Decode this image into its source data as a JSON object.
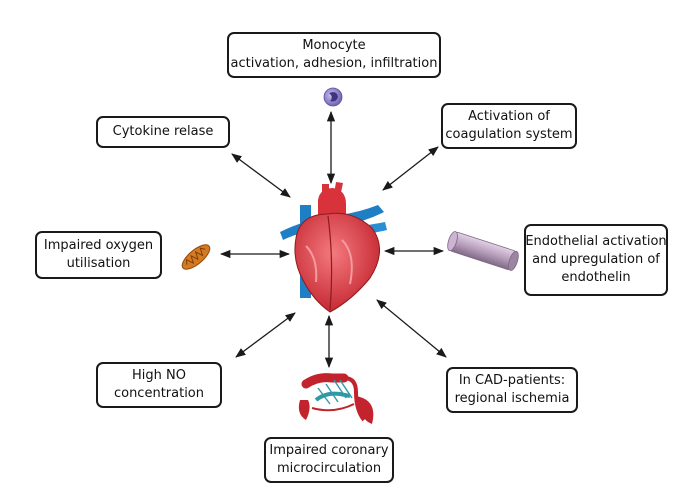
{
  "boxes": {
    "monocyte": [
      "Monocyte",
      "activation, adhesion, infiltration"
    ],
    "cytokine": [
      "Cytokine relase"
    ],
    "coagulation": [
      "Activation of",
      "coagulation system"
    ],
    "oxygen": [
      "Impaired oxygen",
      "utilisation"
    ],
    "endothelial": [
      "Endothelial activation",
      "and upregulation of",
      "endothelin"
    ],
    "no": [
      "High NO",
      "concentration"
    ],
    "cad": [
      "In CAD-patients:",
      "regional ischemia"
    ],
    "microcirculation": [
      "Impaired coronary",
      "microcirculation"
    ]
  },
  "colors": {
    "arrow": "#1a1a1a",
    "heart": "#d8323a",
    "vein": "#1f7fc4",
    "monocyte": "#6f63b5",
    "mitochondrion": "#d67a1f",
    "vessel": "#b49ab8",
    "capillary": "#2e9aa6"
  },
  "icons": [
    "heart-icon",
    "monocyte-icon",
    "mitochondrion-icon",
    "blood-vessel-icon",
    "capillary-network-icon"
  ]
}
